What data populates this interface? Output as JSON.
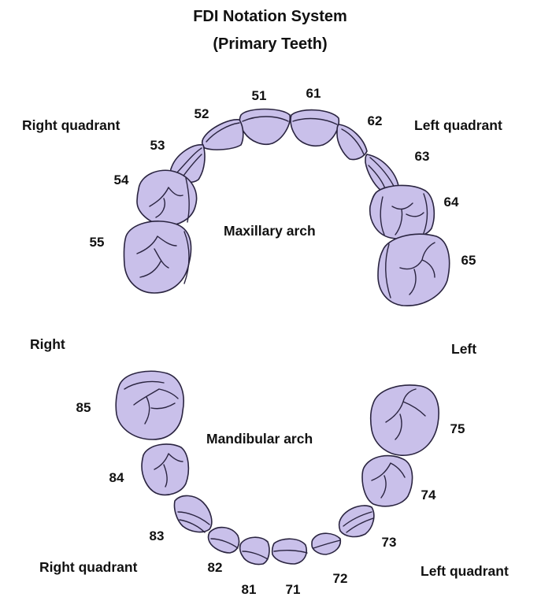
{
  "title": {
    "line1": "FDI Notation System",
    "line2": "(Primary Teeth)"
  },
  "maxillary": {
    "arch_label": "Maxillary arch",
    "right_label": "Right quadrant",
    "left_label": "Left quadrant"
  },
  "mandibular": {
    "arch_label": "Mandibular arch",
    "right_label": "Right quadrant",
    "left_label": "Left quadrant"
  },
  "side_labels": {
    "right": "Right",
    "left": "Left"
  },
  "teeth": {
    "t51": "51",
    "t52": "52",
    "t53": "53",
    "t54": "54",
    "t55": "55",
    "t61": "61",
    "t62": "62",
    "t63": "63",
    "t64": "64",
    "t65": "65",
    "t71": "71",
    "t72": "72",
    "t73": "73",
    "t74": "74",
    "t75": "75",
    "t81": "81",
    "t82": "82",
    "t83": "83",
    "t84": "84",
    "t85": "85"
  },
  "colors": {
    "tooth_fill": "#c9c0ea",
    "tooth_outline": "#2a2440",
    "text": "#111111"
  }
}
